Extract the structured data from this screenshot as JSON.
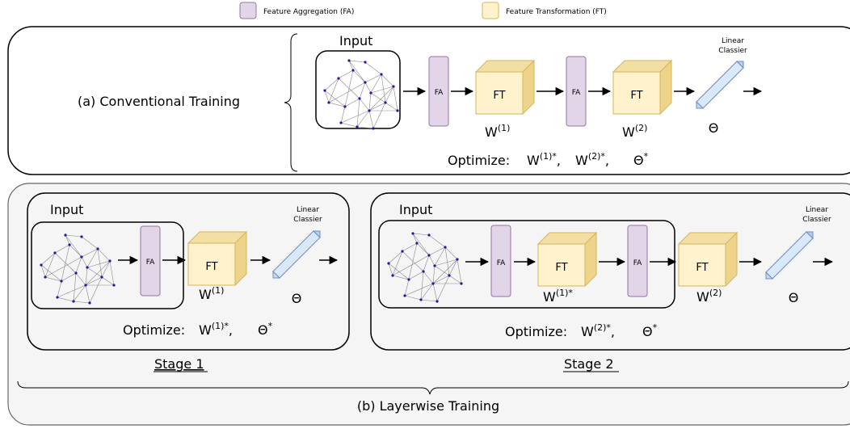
{
  "legend": {
    "fa_label": "Feature Aggregation (FA)",
    "ft_label": "Feature Transformation (FT)",
    "fa_color": "#e1d5e7",
    "fa_stroke": "#9673a6",
    "ft_color": "#fff2cc",
    "ft_stroke": "#d6b656"
  },
  "conventional": {
    "title": "(a) Conventional Training",
    "input_label": "Input",
    "fa": "FA",
    "ft": "FT",
    "w1": "W",
    "w1_sup": "(1)",
    "w2": "W",
    "w2_sup": "(2)",
    "classifier_line1": "Linear",
    "classifier_line2": "Classier",
    "theta": "Θ",
    "optimize_prefix": "Optimize:",
    "optimize_w1": "W",
    "optimize_w1_sup": "(1)*",
    "optimize_w2": "W",
    "optimize_w2_sup": "(2)*",
    "optimize_theta": "Θ",
    "optimize_theta_sup": "*",
    "comma": ","
  },
  "layerwise": {
    "title": "(b) Layerwise Training",
    "stage1": {
      "label": "Stage 1",
      "input_label": "Input",
      "fa": "FA",
      "ft": "FT",
      "w": "W",
      "w_sup": "(1)",
      "classifier_line1": "Linear",
      "classifier_line2": "Classier",
      "theta": "Θ",
      "optimize_prefix": "Optimize:",
      "optimize_w": "W",
      "optimize_w_sup": "(1)*",
      "optimize_theta": "Θ",
      "optimize_theta_sup": "*",
      "comma": ","
    },
    "stage2": {
      "label": "Stage 2",
      "input_label": "Input",
      "fa": "FA",
      "ft": "FT",
      "w_inner": "W",
      "w_inner_sup": "(1)*",
      "w_outer": "W",
      "w_outer_sup": "(2)",
      "classifier_line1": "Linear",
      "classifier_line2": "Classier",
      "theta": "Θ",
      "optimize_prefix": "Optimize:",
      "optimize_w": "W",
      "optimize_w_sup": "(2)*",
      "optimize_theta": "Θ",
      "optimize_theta_sup": "*",
      "comma": ","
    }
  }
}
